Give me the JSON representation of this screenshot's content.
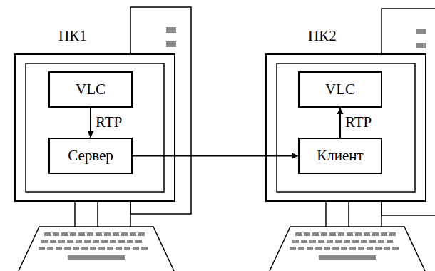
{
  "diagram": {
    "nodes": [
      {
        "text": [
          "ПК1"
        ]
      },
      {
        "text": [
          "VLC"
        ],
        "in": 0
      },
      {
        "text": [
          "Сервер"
        ],
        "in": 0
      },
      {
        "text": [
          "ПК2"
        ]
      },
      {
        "text": [
          "VLC"
        ],
        "in": 3
      },
      {
        "text": [
          "Клиент"
        ],
        "in": 3
      }
    ],
    "edges": [
      {
        "from": 1,
        "to": 2,
        "label": "RTP",
        "arrow": "to"
      },
      {
        "from": 2,
        "to": 5,
        "arrow": "to"
      },
      {
        "from": 5,
        "to": 4,
        "label": "RTP",
        "arrow": "to"
      }
    ]
  }
}
